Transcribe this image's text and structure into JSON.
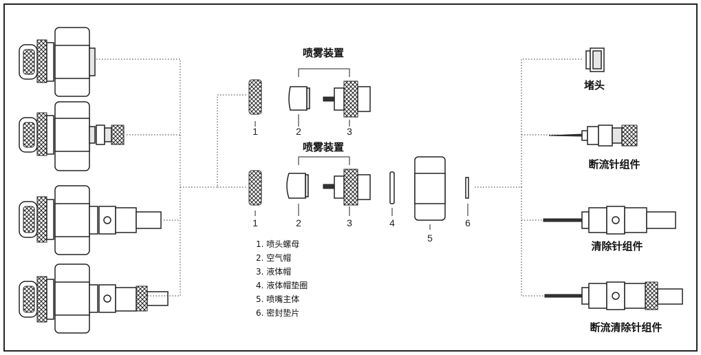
{
  "groups": {
    "spray_top": "喷雾装置",
    "spray_bottom": "喷雾装置"
  },
  "part_numbers": {
    "top": [
      "1",
      "2",
      "3"
    ],
    "bottom": [
      "1",
      "2",
      "3",
      "4",
      "5",
      "6"
    ]
  },
  "legend": [
    "1. 喷头螺母",
    "2. 空气帽",
    "3. 液体帽",
    "4. 液体帽垫圈",
    "5. 喷嘴主体",
    "6. 密封垫片"
  ],
  "right_labels": [
    "堵头",
    "断流针组件",
    "清除针组件",
    "断流清除针组件"
  ]
}
